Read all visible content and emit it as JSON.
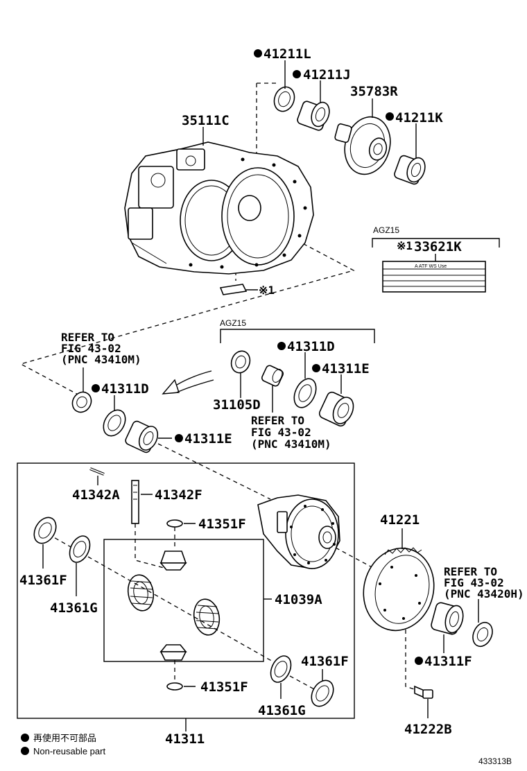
{
  "diagram_id": "433313B",
  "legend": {
    "jp": "再使用不可部品",
    "en": "Non-reusable part"
  },
  "parts": {
    "p41211L": "41211L",
    "p41211J": "41211J",
    "p35783R": "35783R",
    "p41211K": "41211K",
    "p35111C": "35111C",
    "p33621K": "33621K",
    "p33621K_mark": "※1",
    "case_mark": "※1",
    "p41311D_top": "41311D",
    "p41311E_top": "41311E",
    "p31105D": "31105D",
    "p41311D_left": "41311D",
    "p41311E_left": "41311E",
    "p41342A": "41342A",
    "p41342F": "41342F",
    "p41351F_top": "41351F",
    "p41361F_left": "41361F",
    "p41361G_left": "41361G",
    "p41039A": "41039A",
    "p41351F_bot": "41351F",
    "p41361F_right": "41361F",
    "p41361G_right": "41361G",
    "p41311": "41311",
    "p41221": "41221",
    "p41311F": "41311F",
    "p41222B": "41222B"
  },
  "groups": {
    "agz15_label": "AGZ15",
    "agz15_bearing_label": "AGZ15"
  },
  "refs": {
    "ref1": [
      "REFER TO",
      "FIG 43-02",
      "(PNC 43410M)"
    ],
    "ref2": [
      "REFER TO",
      "FIG 43-02",
      "(PNC 43410M)"
    ],
    "ref3": [
      "REFER TO",
      "FIG 43-02",
      "(PNC 43420H)"
    ]
  },
  "label_plate": {
    "text": "A ATF WS Use"
  }
}
